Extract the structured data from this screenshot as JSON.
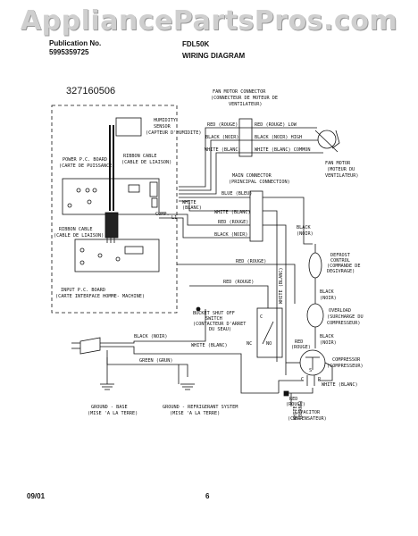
{
  "watermark": "AppliancePartsPros.com",
  "header": {
    "pub_label": "Publication No.",
    "pub_number": "5995359725",
    "model": "FDL50K",
    "title": "WIRING DIAGRAM"
  },
  "diagram": {
    "part_number": "327160506",
    "labels": {
      "fan_motor_connector": [
        "FAN MOTOR CONNECTOR",
        "(CONNECTEUR DE MOTEUR DE",
        "VENTILATEUR)"
      ],
      "humidity_sensor": [
        "HUMIDITY",
        "SENSOR",
        "(CAPTEUR D'HUMIDITE)"
      ],
      "power_board": [
        "POWER P.C. BOARD",
        "(CARTE DE PUISSANCE)"
      ],
      "ribbon_cable_top": [
        "RIBBON CABLE",
        "(CABLE DE LIAISON)"
      ],
      "ribbon_cable_left": [
        "RIBBON CABLE",
        "(CABLE DE LIAISON)"
      ],
      "main_connector": [
        "MAIN CONNECTOR",
        "(PRINCIPAL CONNECTION)"
      ],
      "fan_motor": [
        "FAN MOTOR",
        "(MOTEUR DU",
        "VENTILATEUR)"
      ],
      "defrost_control": [
        "DEFROST",
        "CONTROL",
        "(COMMANDE DE",
        "DEGIVRAGE)"
      ],
      "overload": [
        "OVERLOAD",
        "(SURCHARGE DU",
        "COMPRESSEUR)"
      ],
      "input_board": [
        "INPUT P.C. BOARD",
        "(CARTE INTERFACE HOMME- MACHINE)"
      ],
      "bucket_switch": [
        "BUCKET SHUT OFF",
        "SWITCH",
        "(CONTACTEUR D'ARRET",
        "DU SEAU)"
      ],
      "compressor": [
        "COMPRESSOR",
        "(COMPRESSEUR)"
      ],
      "capacitor": [
        "CAPACITOR",
        "(CONDENSATEUR)"
      ],
      "ground_base": [
        "GROUND - BASE",
        "(MISE 'A LA TERRE)"
      ],
      "ground_refrig": [
        "GROUND - REFRIGERANT SYSTEM",
        "(MISE 'A LA TERRE)"
      ]
    },
    "wires": {
      "red_rouge_a": "RED (ROUGE)",
      "red_rouge_low": "RED (ROUGE) LOW",
      "black_noir_a": "BLACK (NOIR)",
      "black_noir_high": "BLACK (NOIR) HIGH",
      "white_blanc_a": "WHITE (BLANC)",
      "white_blanc_common": "WHITE (BLANC) COMMON",
      "blue_bleu": "BLUE (BLEU)",
      "white_blanc_b": "WHITE (BLANC)",
      "white_blanc_c": "WHITE",
      "white_blanc_d": "(BLANC)",
      "red_rouge_b": "RED (ROUGE)",
      "black_noir_b": "BLACK (NOIR)",
      "black_noir_c": "BLACK",
      "black_noir_d": "(NOIR)",
      "red_rouge_c": "RED (ROUGE)",
      "red_rouge_d": "RED (ROUGE)",
      "white_vert": "WHITE (BLANC)",
      "black_noir_e": "BLACK",
      "black_noir_f": "(NOIR)",
      "black_noir_g": "BLACK (NOIR)",
      "white_blanc_e": "WHITE (BLANC)",
      "green_grun": "GREEN (GRUN)",
      "red_rouge_e": "RED",
      "red_rouge_f": "(ROUGE)",
      "black_noir_h": "BLACK",
      "black_noir_i": "(NOIR)",
      "white_blanc_f": "WHITE (BLANC)",
      "red_rouge_g": "RED",
      "red_rouge_h": "(ROUGE)",
      "comp_label": "COMP.",
      "l1_label": "L1",
      "nc_label": "NC",
      "no_label": "NO",
      "c_label": "C",
      "cap_c": "C",
      "cap_s": "S",
      "cap_r": "R",
      "white_blanc_g": "WHITE",
      "white_blanc_h": "(BLANC)"
    }
  },
  "footer": {
    "date": "09/01",
    "page": "6"
  }
}
